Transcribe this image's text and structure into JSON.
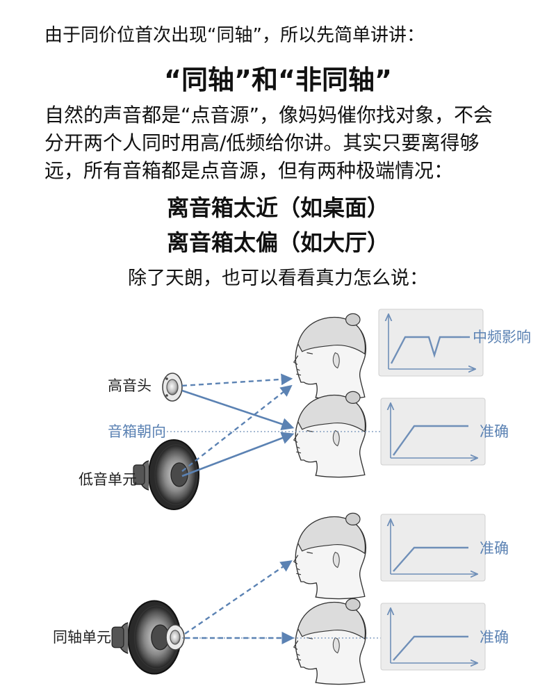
{
  "intro": "由于同价位首次出现“同轴”，所以先简单讲讲：",
  "title": "“同轴”和“非同轴”",
  "paragraph": [
    "自然的声音都是“点音源”，像妈妈催你找对象，不会",
    "分开两个人同时用高/低频给你讲。其实只要离得够",
    "远，所有音箱都是点音源，但有两种极端情况："
  ],
  "cases": [
    "离音箱太近（如桌面）",
    "离音箱太偏（如大厅）"
  ],
  "outro": "除了天朗，也可以看看真力怎么说：",
  "diagram": {
    "top": {
      "tweeter_label": "高音头",
      "axis_label": "音箱朝向",
      "woofer_label": "低音单元",
      "response_1": "中频影响",
      "response_2": "准确"
    },
    "bottom": {
      "coax_label": "同轴单元",
      "response_1": "准确",
      "response_2": "准确"
    }
  },
  "colors": {
    "arrow": "#5b82b3",
    "blue_label": "#5b82b3",
    "panel": "#ececec"
  }
}
